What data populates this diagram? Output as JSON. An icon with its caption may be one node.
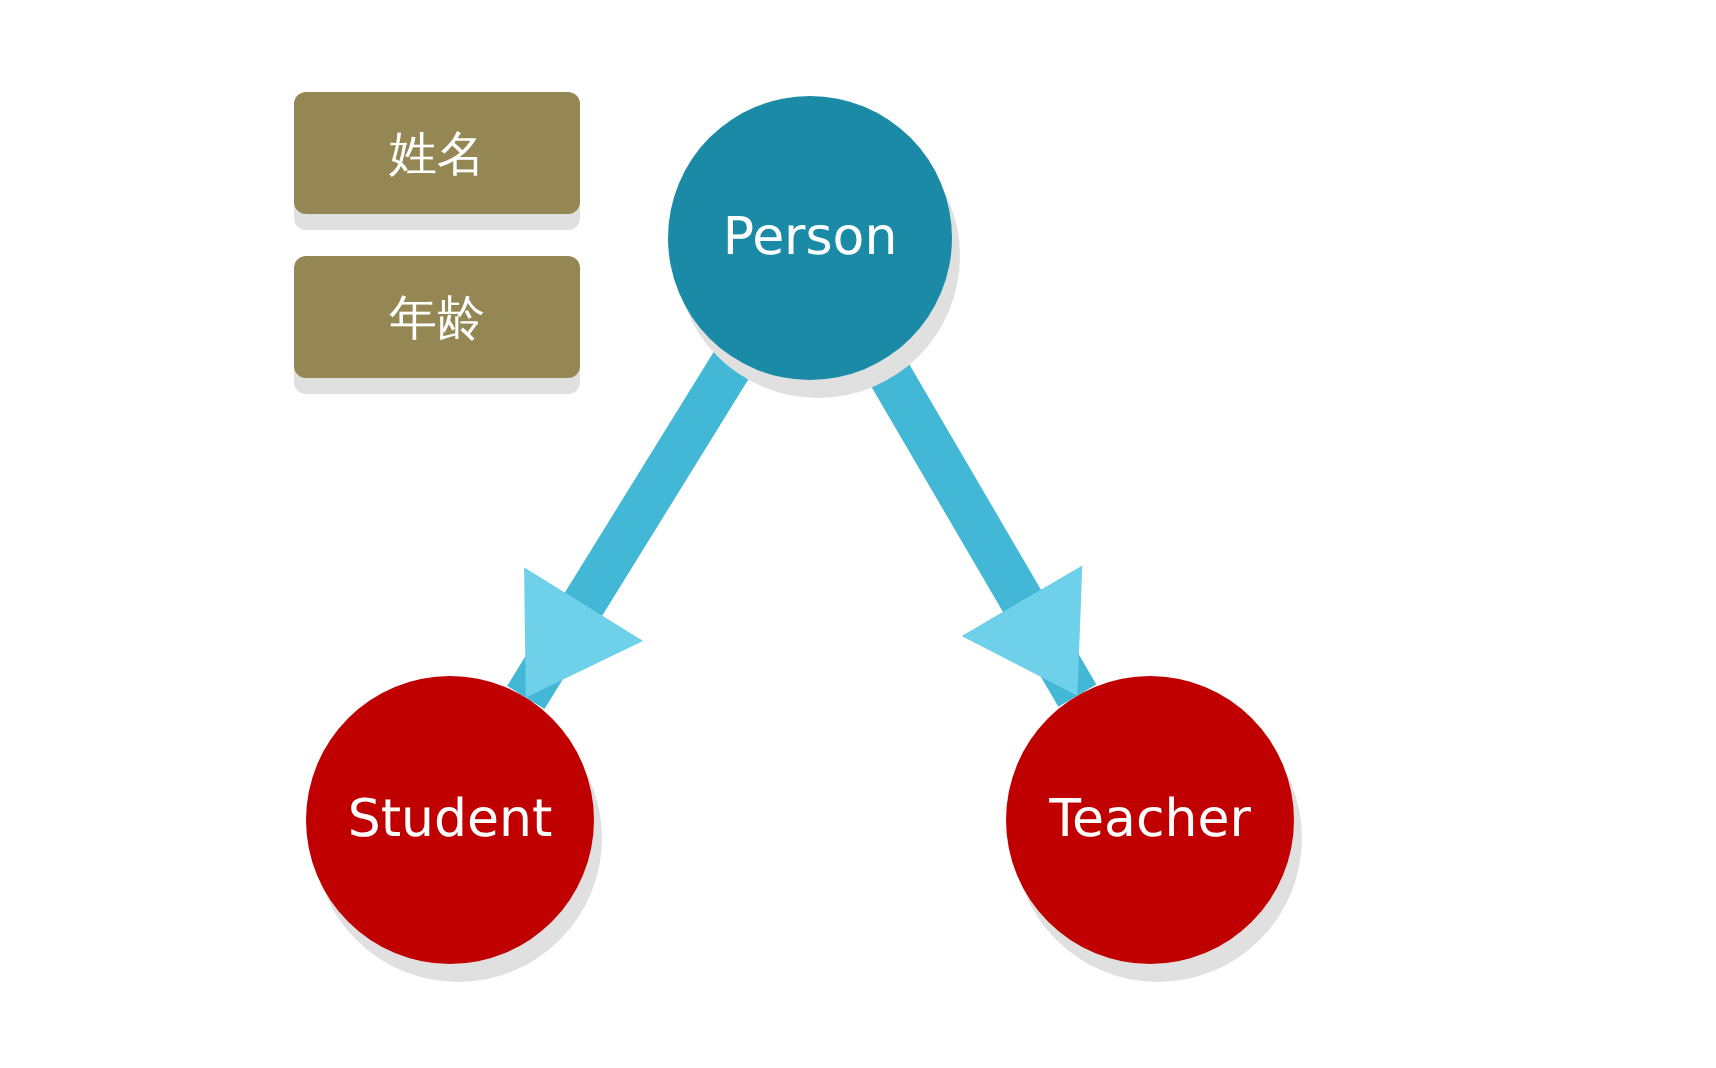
{
  "diagram": {
    "nodes": [
      {
        "text": [
          "姓名"
        ]
      },
      {
        "text": [
          "年龄"
        ]
      },
      {
        "text": [
          "Person"
        ]
      },
      {
        "text": [
          "Student"
        ]
      },
      {
        "text": [
          "Teacher"
        ]
      }
    ],
    "edges": [
      {
        "from": 2,
        "to": 3,
        "arrow": "to"
      },
      {
        "from": 2,
        "to": 4,
        "arrow": "to"
      }
    ]
  }
}
